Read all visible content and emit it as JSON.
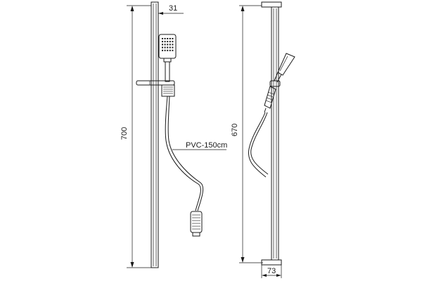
{
  "front_view": {
    "height_label": "700",
    "width_label": "31",
    "hose_label": "PVC-150cm"
  },
  "side_view": {
    "height_label": "670",
    "width_label": "73"
  }
}
